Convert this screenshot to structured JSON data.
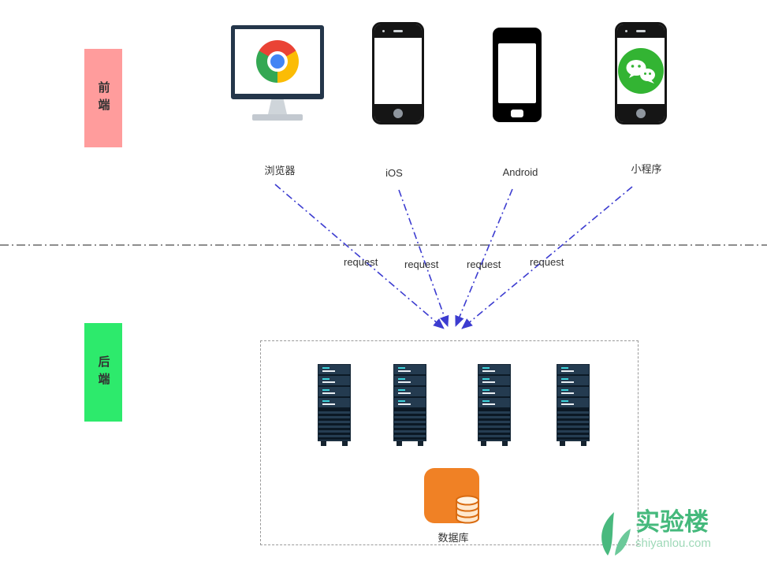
{
  "frontend": {
    "section_label": "前端",
    "clients": [
      {
        "label": "浏览器"
      },
      {
        "label": "iOS"
      },
      {
        "label": "Android"
      },
      {
        "label": "小程序"
      }
    ]
  },
  "requests": [
    "request",
    "request",
    "request",
    "request"
  ],
  "backend": {
    "section_label": "后端",
    "database_label": "数据库"
  },
  "branding": {
    "name": "实验楼",
    "domain": "shiyanlou.com"
  },
  "icons": [
    "chrome-icon",
    "iphone-icon",
    "android-phone-icon",
    "wechat-icon",
    "server-icon",
    "database-icon",
    "shiyanlou-leaf-icon"
  ],
  "colors": {
    "frontend_box": "#ff9c9c",
    "backend_box": "#2dea6c",
    "arrow_blue": "#3c3cd0",
    "database_orange": "#f08125",
    "wechat_green": "#33b433",
    "brand_green": "#45b97c"
  }
}
